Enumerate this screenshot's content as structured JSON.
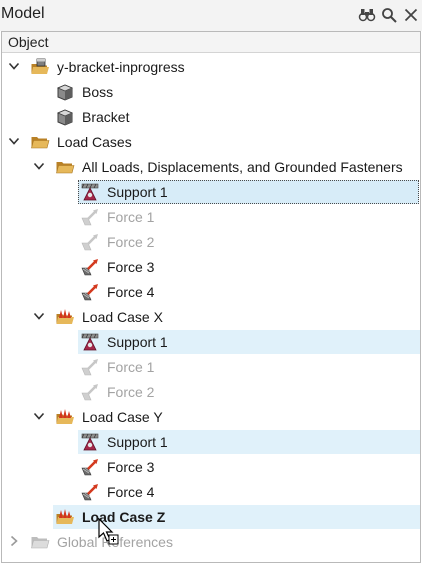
{
  "panel": {
    "title": "Model"
  },
  "columns": {
    "object": "Object"
  },
  "tree": {
    "model": "y-bracket-inprogress",
    "boss": "Boss",
    "bracket": "Bracket",
    "load_cases": "Load Cases",
    "all_loads": "All Loads, Displacements, and Grounded Fasteners",
    "all_support1": "Support 1",
    "all_force1": "Force 1",
    "all_force2": "Force 2",
    "all_force3": "Force 3",
    "all_force4": "Force 4",
    "lcx": "Load Case X",
    "lcx_support1": "Support 1",
    "lcx_force1": "Force 1",
    "lcx_force2": "Force 2",
    "lcy": "Load Case Y",
    "lcy_support1": "Support 1",
    "lcy_force3": "Force 3",
    "lcy_force4": "Force 4",
    "lcz": "Load Case Z",
    "global_refs": "Global References"
  },
  "colors": {
    "selection": "#d7ecf8",
    "disabled_text": "#a3a3a3",
    "folder": "#d9a441"
  },
  "icons": {
    "toolbar": [
      "binoculars-icon",
      "search-icon",
      "close-icon"
    ],
    "types": [
      "assembly-icon",
      "part-icon",
      "folder-icon",
      "load-case-icon",
      "support-icon",
      "force-icon"
    ]
  }
}
